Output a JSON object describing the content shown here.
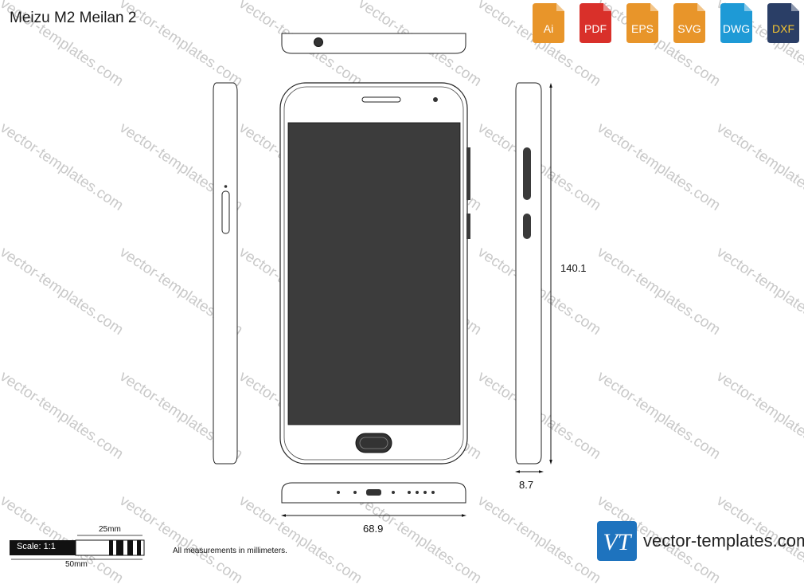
{
  "title": "Meizu M2 Meilan 2",
  "watermark_text": "vector-templates.com",
  "formats": [
    {
      "label": "Ai",
      "color": "#e8952a"
    },
    {
      "label": "PDF",
      "color": "#d9302a"
    },
    {
      "label": "EPS",
      "color": "#e8952a"
    },
    {
      "label": "SVG",
      "color": "#e8952a"
    },
    {
      "label": "DWG",
      "color": "#1e9ad6"
    },
    {
      "label": "DXF",
      "color": "#2a3e66"
    }
  ],
  "dimensions": {
    "height": "140.1",
    "depth": "8.7",
    "width": "68.9"
  },
  "scale": {
    "label": "Scale: 1:1",
    "short": "25mm",
    "long": "50mm"
  },
  "note": "All measurements in millimeters.",
  "brand": {
    "logo_text": "VT",
    "text": "vector-templates.com",
    "color": "#1e73be"
  }
}
